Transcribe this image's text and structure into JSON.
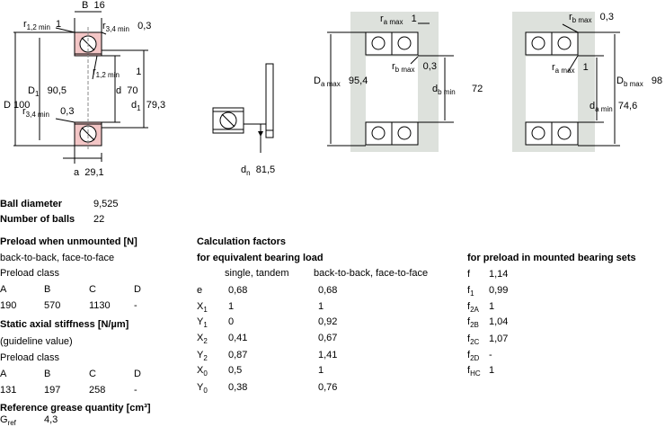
{
  "drawing": {
    "B": "B",
    "B_val": "16",
    "r12_top": "r",
    "r12_top_sub": "1,2 min",
    "r12_top_val": "1",
    "r34_top": "r",
    "r34_top_sub": "3,4 min",
    "r34_top_val": "0,3",
    "r12_mid": "r",
    "r12_mid_sub": "1,2 min",
    "r12_mid_val": "1",
    "D": "D",
    "D_val": "100",
    "D1": "D",
    "D1_sub": "1",
    "D1_val": "90,5",
    "d": "d",
    "d_val": "70",
    "d1": "d",
    "d1_sub": "1",
    "d1_val": "79,3",
    "r34_bot": "r",
    "r34_bot_sub": "3,4 min",
    "r34_bot_val": "0,3",
    "a": "a",
    "a_val": "29,1",
    "dn": "d",
    "dn_sub": "n",
    "dn_val": "81,5",
    "ra1": "r",
    "ra1_sub": "a max",
    "ra1_val": "1",
    "rb1": "r",
    "rb1_sub": "b max",
    "rb1_val": "0,3",
    "Da": "D",
    "Da_sub": "a max",
    "Da_val": "95,4",
    "db": "d",
    "db_sub": "b min",
    "db_val": "72",
    "rb2": "r",
    "rb2_sub": "b max",
    "rb2_val": "0,3",
    "ra2": "r",
    "ra2_sub": "a max",
    "ra2_val": "1",
    "Db": "D",
    "Db_sub": "b max",
    "Db_val": "98",
    "da": "d",
    "da_sub": "a min",
    "da_val": "74,6"
  },
  "balls": {
    "diameter_label": "Ball diameter",
    "diameter_val": "9,525",
    "number_label": "Number of balls",
    "number_val": "22"
  },
  "preload": {
    "title": "Preload when unmounted [N]",
    "arrangement": "back-to-back, face-to-face",
    "class_label": "Preload class",
    "classes": [
      "A",
      "B",
      "C",
      "D"
    ],
    "values": [
      "190",
      "570",
      "1130",
      "-"
    ]
  },
  "stiffness": {
    "title": "Static axial stiffness [N/µm]",
    "note": "(guideline value)",
    "class_label": "Preload class",
    "classes": [
      "A",
      "B",
      "C",
      "D"
    ],
    "values": [
      "131",
      "197",
      "258",
      "-"
    ]
  },
  "grease": {
    "title": "Reference grease quantity [cm³]",
    "symbol": "G",
    "symbol_sub": "ref",
    "value": "4,3"
  },
  "calc": {
    "title": "Calculation factors",
    "subtitle": "for equivalent bearing load",
    "col1": "single, tandem",
    "col2": "back-to-back, face-to-face",
    "rows": [
      {
        "sym": "e",
        "sub": "",
        "v1": "0,68",
        "v2": "0,68"
      },
      {
        "sym": "X",
        "sub": "1",
        "v1": "1",
        "v2": "1"
      },
      {
        "sym": "Y",
        "sub": "1",
        "v1": "0",
        "v2": "0,92"
      },
      {
        "sym": "X",
        "sub": "2",
        "v1": "0,41",
        "v2": "0,67"
      },
      {
        "sym": "Y",
        "sub": "2",
        "v1": "0,87",
        "v2": "1,41"
      },
      {
        "sym": "X",
        "sub": "0",
        "v1": "0,5",
        "v2": "1"
      },
      {
        "sym": "Y",
        "sub": "0",
        "v1": "0,38",
        "v2": "0,76"
      }
    ]
  },
  "mounted": {
    "title": "for preload in mounted bearing sets",
    "rows": [
      {
        "sym": "f",
        "sub": "",
        "v": "1,14"
      },
      {
        "sym": "f",
        "sub": "1",
        "v": "0,99"
      },
      {
        "sym": "f",
        "sub": "2A",
        "v": "1"
      },
      {
        "sym": "f",
        "sub": "2B",
        "v": "1,04"
      },
      {
        "sym": "f",
        "sub": "2C",
        "v": "1,07"
      },
      {
        "sym": "f",
        "sub": "2D",
        "v": "-"
      },
      {
        "sym": "f",
        "sub": "HC",
        "v": "1"
      }
    ]
  }
}
